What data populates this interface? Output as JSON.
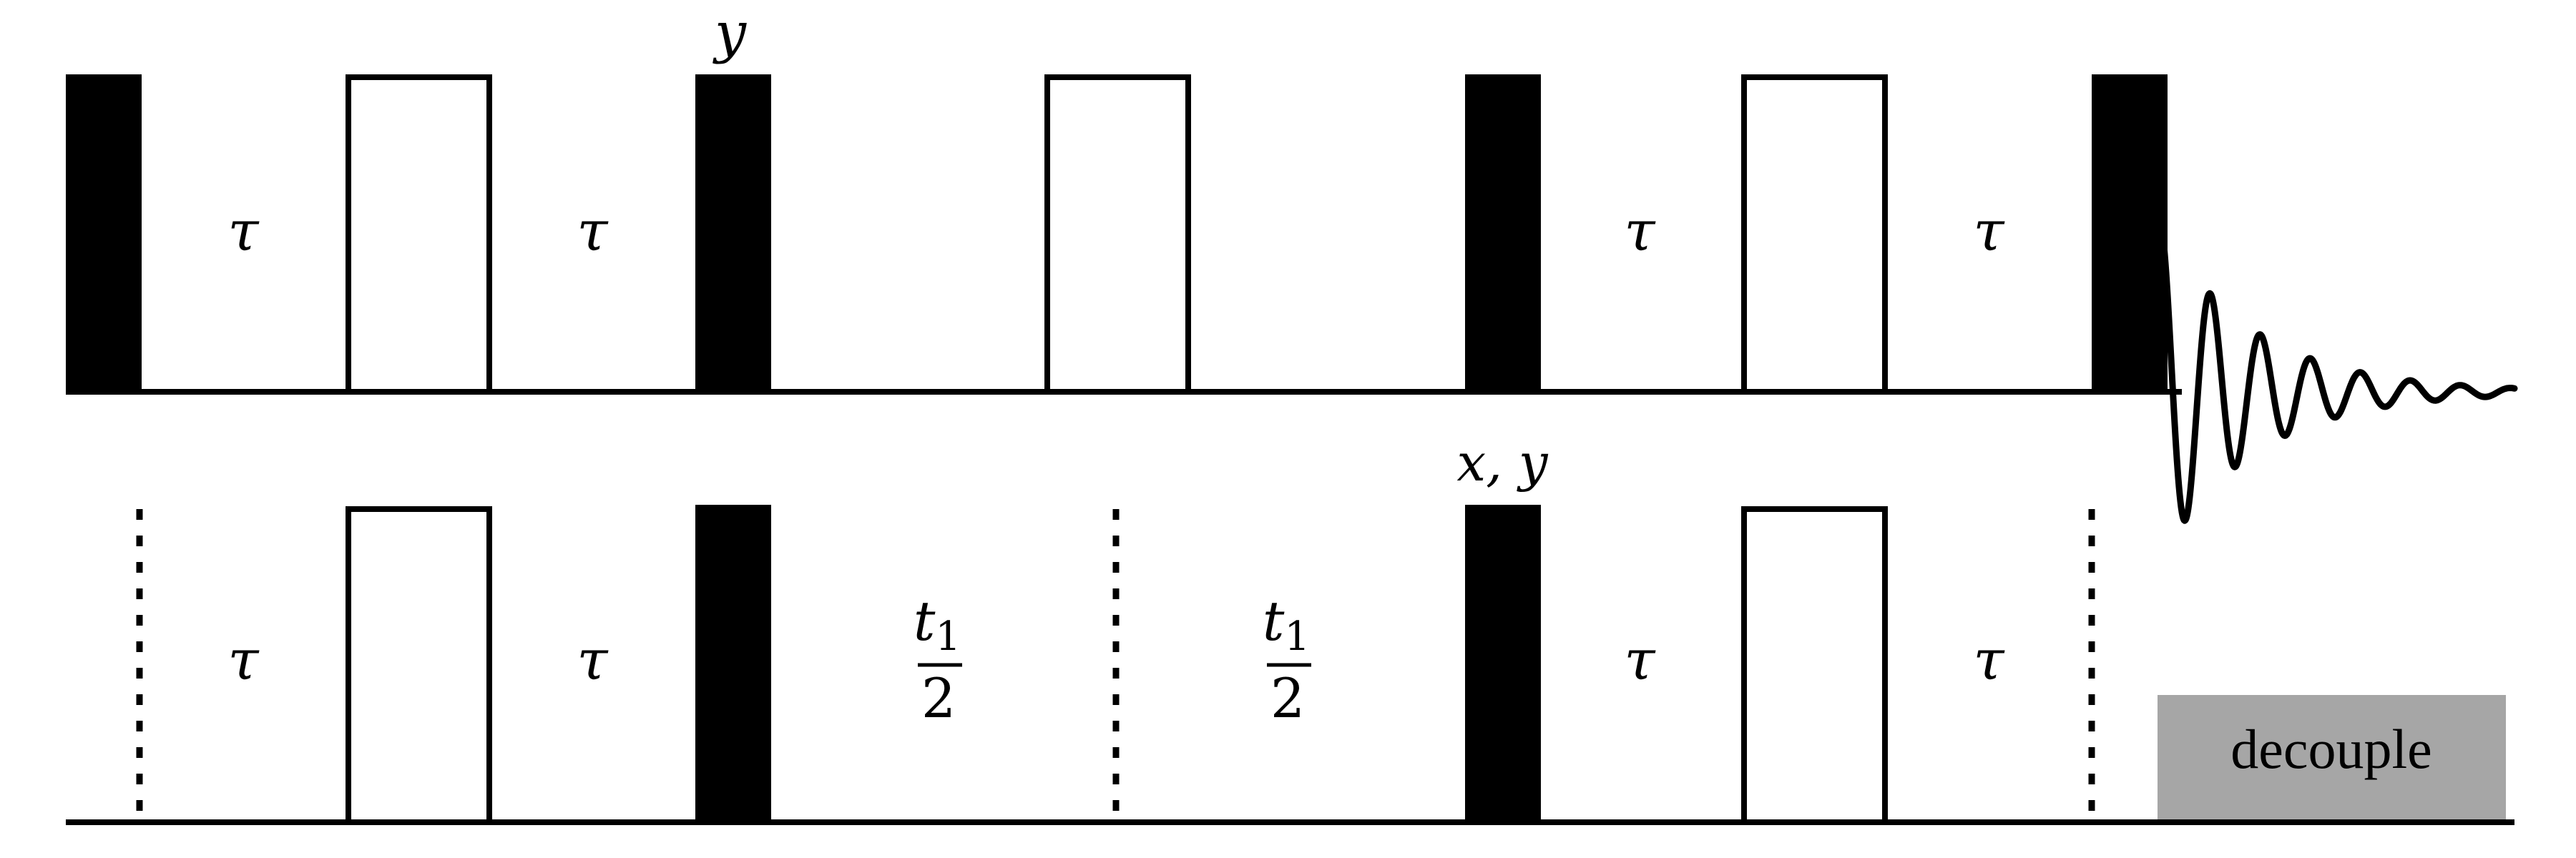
{
  "top_channel": {
    "tau_label": "τ",
    "phase_label": "y"
  },
  "bottom_channel": {
    "tau_label": "τ",
    "phase_label": "x, y",
    "t1": {
      "symbol": "t",
      "subscript": "1",
      "denominator": "2"
    },
    "decouple_label": "decouple",
    "decouple_color": "#a6a6a6"
  },
  "colors": {
    "pulse": "#000000",
    "outline": "#000000",
    "background": "#ffffff"
  }
}
